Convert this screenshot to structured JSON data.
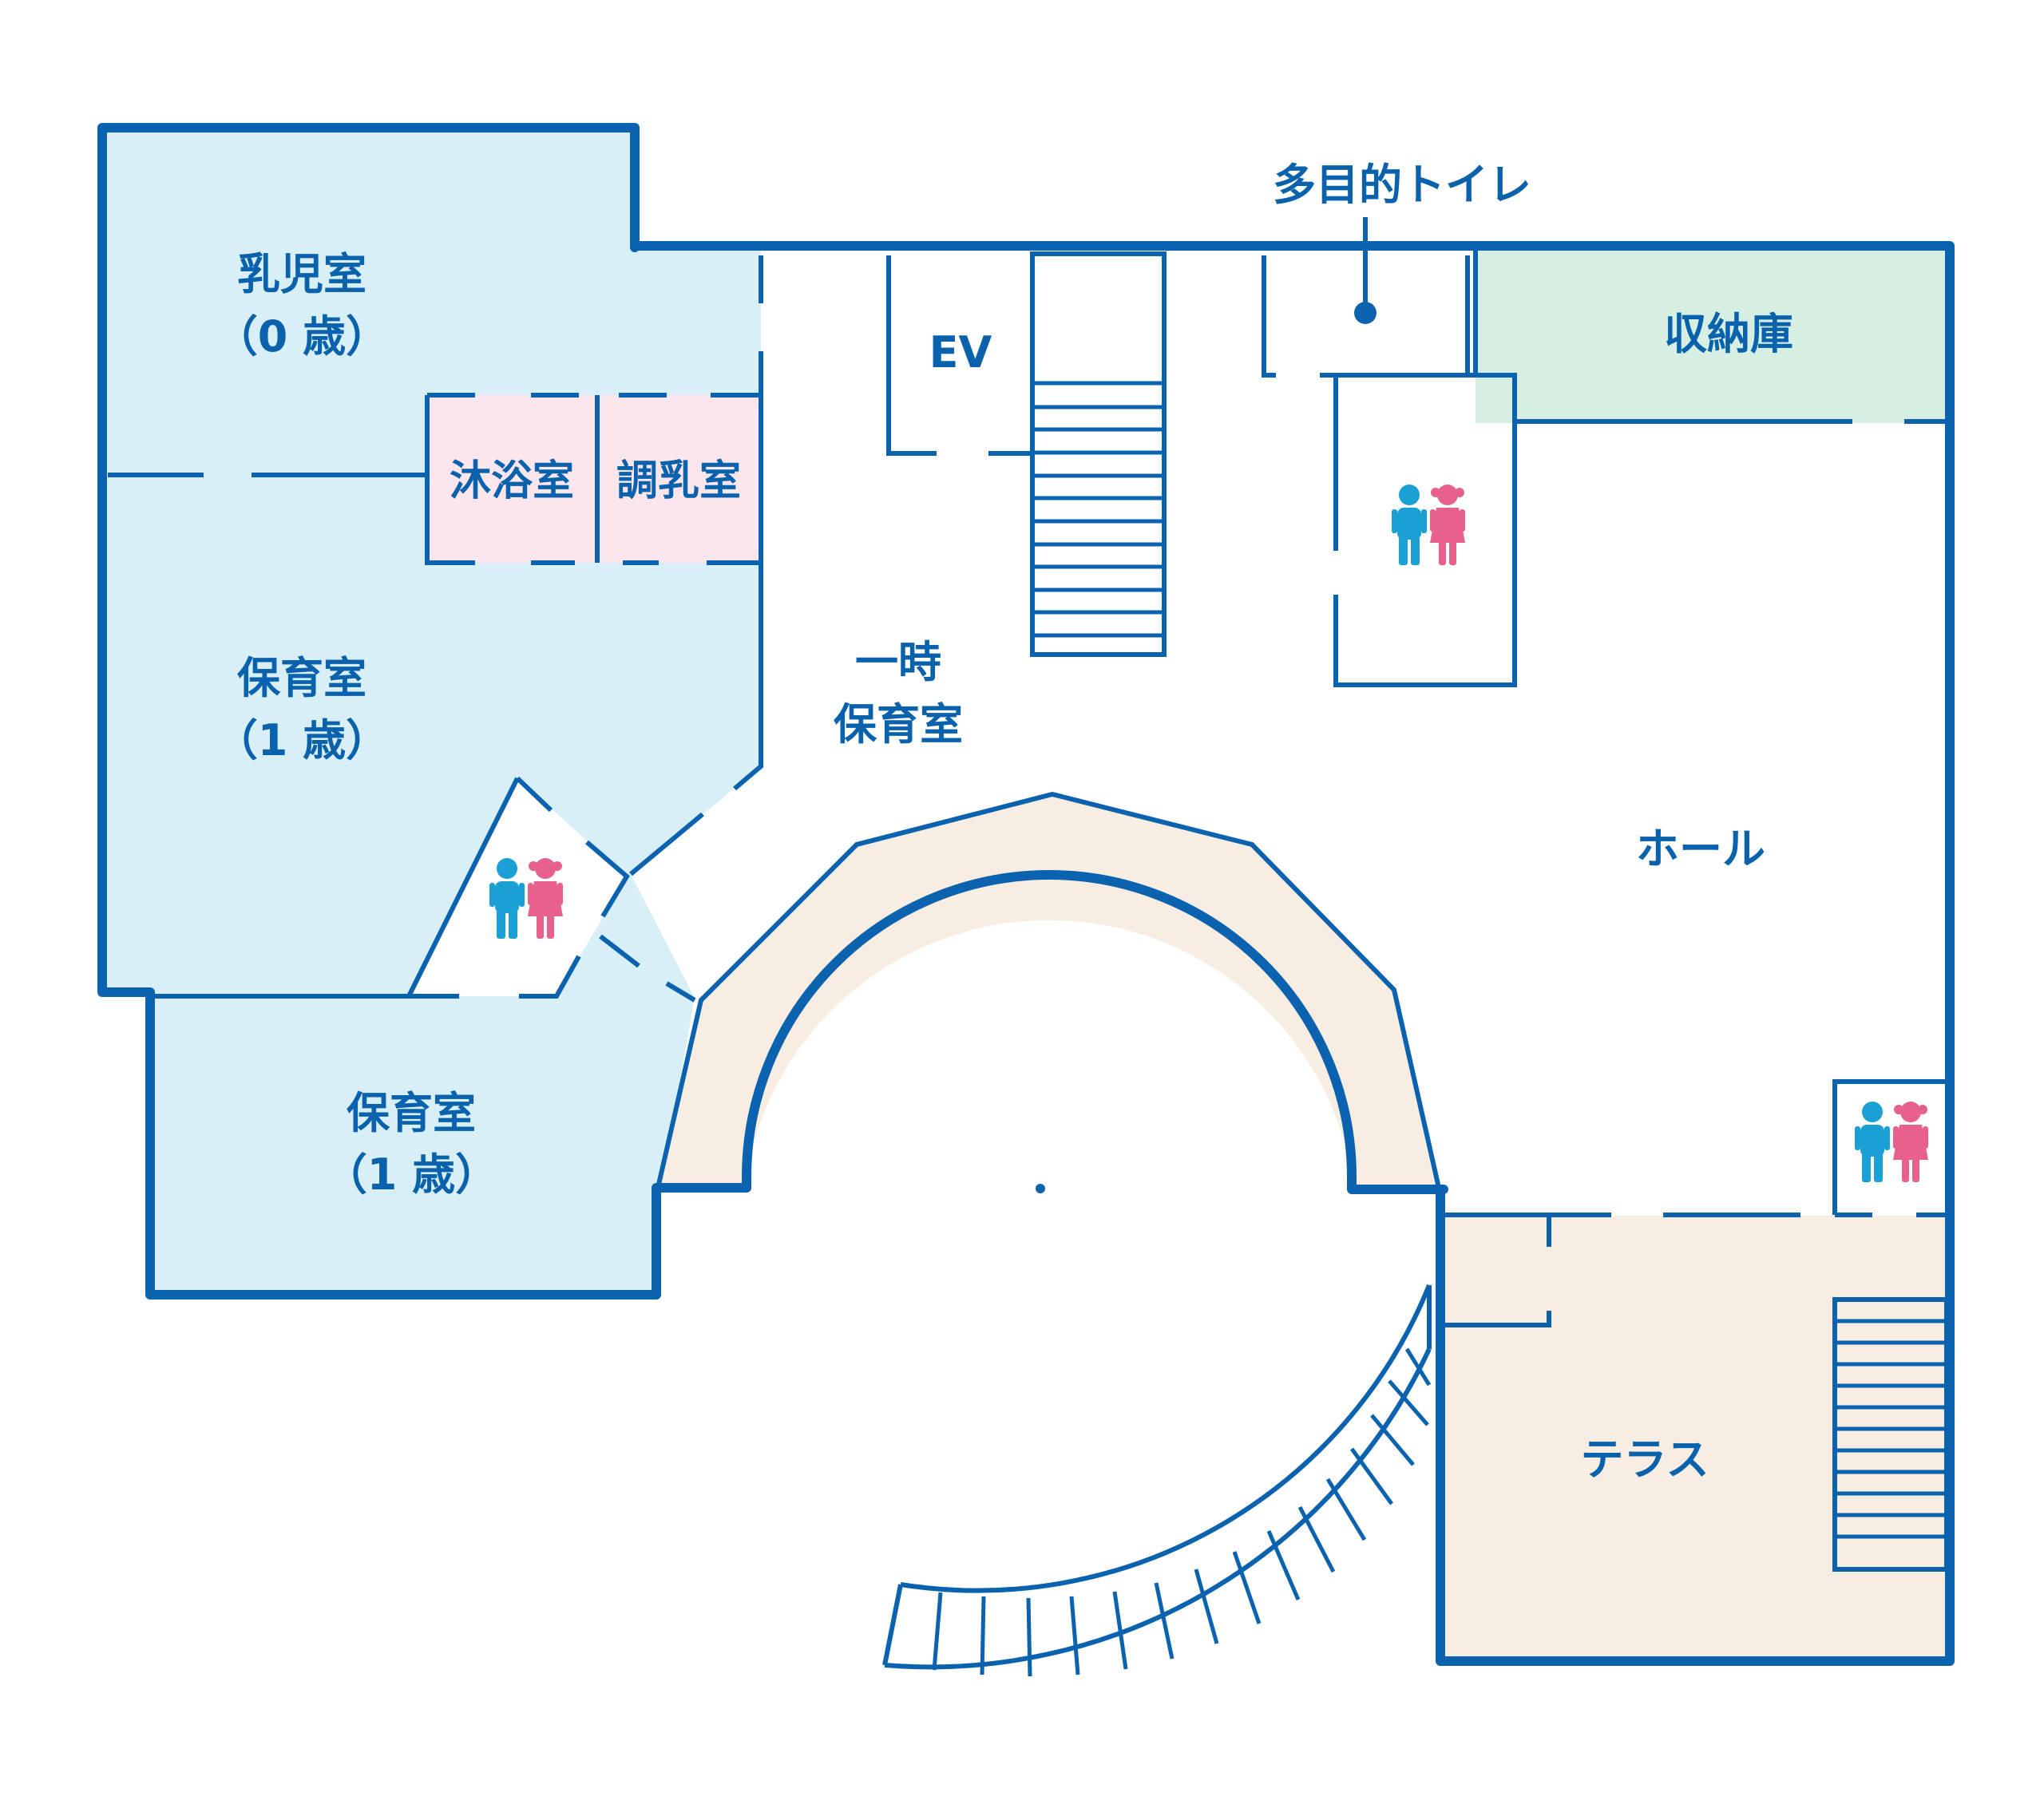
{
  "rooms": {
    "infant_room": {
      "line1": "乳児室",
      "line2": "（0 歳）"
    },
    "bath_room": {
      "label": "沐浴室"
    },
    "formula_room": {
      "label": "調乳室"
    },
    "nursery_upper": {
      "line1": "保育室",
      "line2": "（1 歳）"
    },
    "nursery_lower": {
      "line1": "保育室",
      "line2": "（1 歳）"
    },
    "temporary_nursery": {
      "line1": "一時",
      "line2": "保育室"
    },
    "elevator": {
      "label": "EV"
    },
    "multipurpose_toilet": {
      "label": "多目的トイレ"
    },
    "storage": {
      "label": "収納庫"
    },
    "hall": {
      "label": "ホール"
    },
    "terrace": {
      "label": "テラス"
    }
  },
  "icons": [
    "restroom-icon",
    "restroom-icon",
    "restroom-icon"
  ],
  "colors": {
    "wall": "#0b63b0",
    "label": "#0a62ad",
    "nursery_fill": "#d8eff7",
    "bath_fill": "#fbe6ee",
    "storage_fill": "#d6efe2",
    "terrace_fill": "#f8ede2",
    "male_icon": "#1aa0d4",
    "female_icon": "#e8618c"
  }
}
